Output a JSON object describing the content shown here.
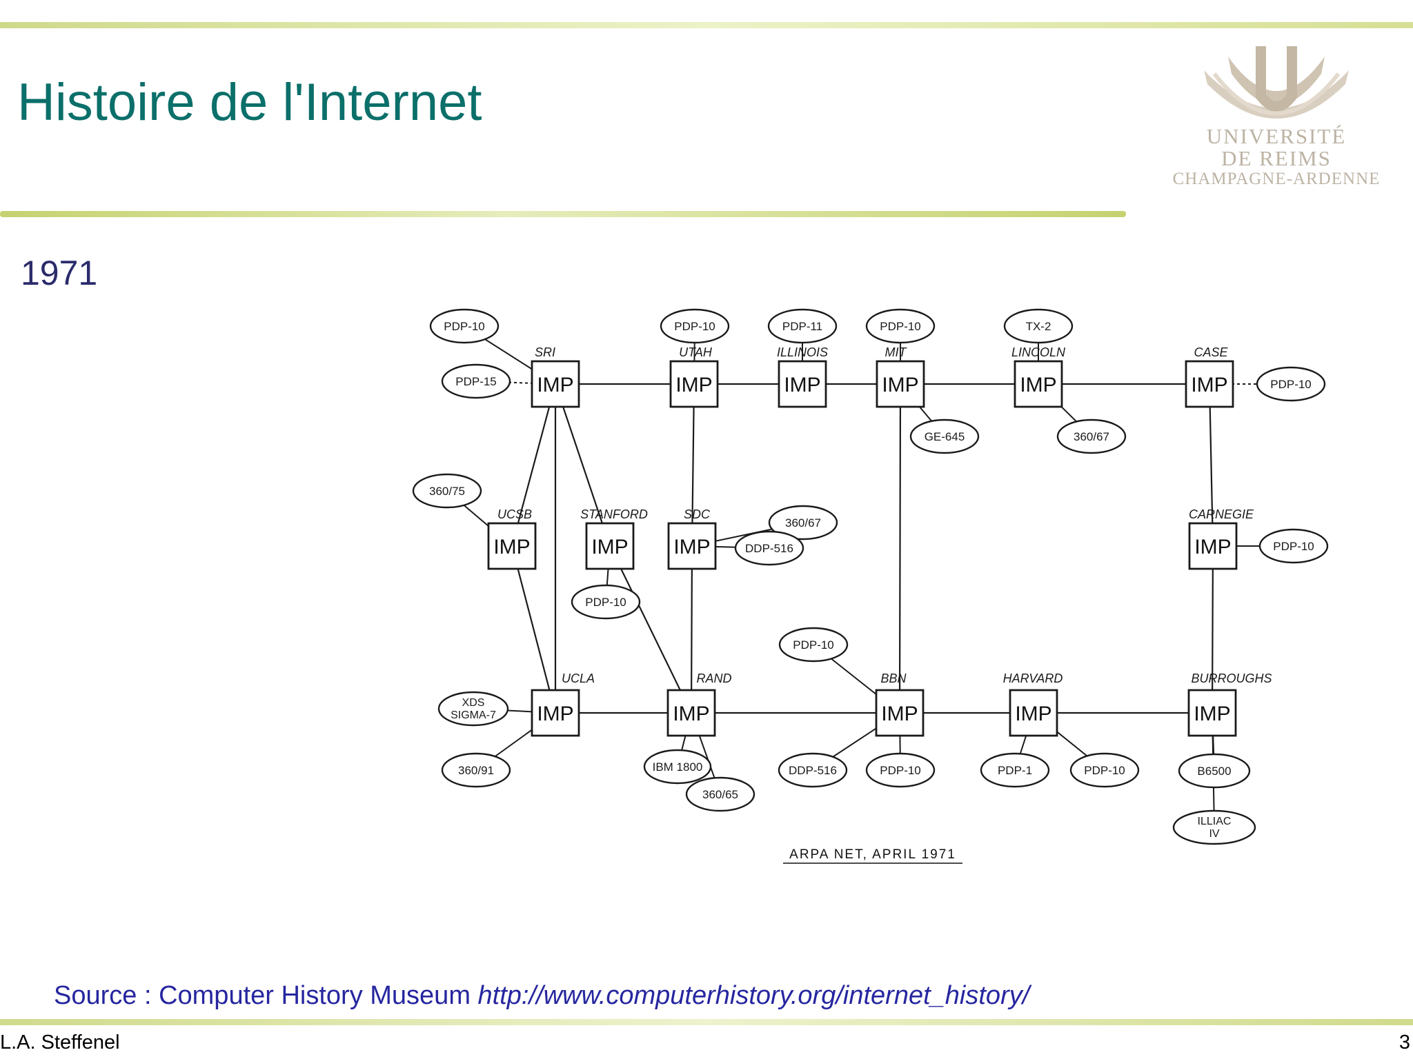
{
  "slide": {
    "title": "Histoire de l'Internet",
    "year": "1971",
    "source_prefix": "Source : Computer History Museum ",
    "source_url": "http://www.computerhistory.org/internet_history/",
    "author": "L.A. Steffenel",
    "page_number": "3"
  },
  "logo": {
    "line1": "UNIVERSITÉ",
    "line2": "DE REIMS",
    "line3": "CHAMPAGNE-ARDENNE",
    "color": "#bcb3a4"
  },
  "diagram": {
    "caption": "ARPA NET, APRIL 1971",
    "imp_label": "IMP",
    "nodes": [
      {
        "id": "sri",
        "site": "SRI",
        "hosts": [
          "PDP-10",
          "PDP-15"
        ]
      },
      {
        "id": "utah",
        "site": "UTAH",
        "hosts": [
          "PDP-10"
        ]
      },
      {
        "id": "illinois",
        "site": "ILLINOIS",
        "hosts": [
          "PDP-11"
        ]
      },
      {
        "id": "mit",
        "site": "MIT",
        "hosts": [
          "PDP-10",
          "GE-645"
        ]
      },
      {
        "id": "lincoln",
        "site": "LINCOLN",
        "hosts": [
          "TX-2",
          "360/67"
        ]
      },
      {
        "id": "case",
        "site": "CASE",
        "hosts": [
          "PDP-10"
        ]
      },
      {
        "id": "ucsb",
        "site": "UCSB",
        "hosts": [
          "360/75"
        ]
      },
      {
        "id": "stanford",
        "site": "STANFORD",
        "hosts": [
          "PDP-10"
        ]
      },
      {
        "id": "sdc",
        "site": "SDC",
        "hosts": [
          "360/67",
          "DDP-516"
        ]
      },
      {
        "id": "carnegie",
        "site": "CARNEGIE",
        "hosts": [
          "PDP-10"
        ]
      },
      {
        "id": "ucla",
        "site": "UCLA",
        "hosts": [
          "XDS SIGMA-7",
          "360/91"
        ]
      },
      {
        "id": "rand",
        "site": "RAND",
        "hosts": [
          "IBM 1800",
          "360/65"
        ]
      },
      {
        "id": "bbn",
        "site": "BBN",
        "hosts": [
          "PDP-10",
          "DDP-516",
          "PDP-10"
        ]
      },
      {
        "id": "harvard",
        "site": "HARVARD",
        "hosts": [
          "PDP-1",
          "PDP-10"
        ]
      },
      {
        "id": "burroughs",
        "site": "BURROUGHS",
        "hosts": [
          "B6500",
          "ILLIAC IV"
        ]
      }
    ],
    "links": [
      [
        "sri",
        "utah"
      ],
      [
        "utah",
        "illinois"
      ],
      [
        "illinois",
        "mit"
      ],
      [
        "mit",
        "lincoln"
      ],
      [
        "lincoln",
        "case"
      ],
      [
        "sri",
        "ucsb"
      ],
      [
        "sri",
        "stanford"
      ],
      [
        "sri",
        "ucla"
      ],
      [
        "ucsb",
        "ucla"
      ],
      [
        "stanford",
        "rand"
      ],
      [
        "utah",
        "sdc"
      ],
      [
        "sdc",
        "rand"
      ],
      [
        "mit",
        "bbn"
      ],
      [
        "case",
        "carnegie"
      ],
      [
        "carnegie",
        "burroughs"
      ],
      [
        "ucla",
        "rand"
      ],
      [
        "rand",
        "bbn"
      ],
      [
        "bbn",
        "harvard"
      ],
      [
        "harvard",
        "burroughs"
      ]
    ]
  }
}
